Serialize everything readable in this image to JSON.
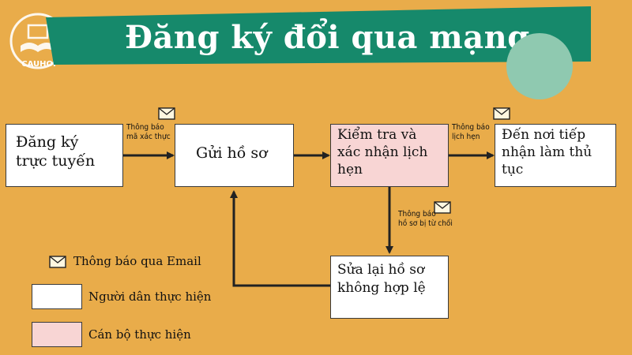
{
  "title": "Đăng ký đổi qua mạng",
  "logo": {
    "text": "CAUHOI"
  },
  "steps": {
    "register": [
      "Đăng ký",
      "trực tuyến"
    ],
    "submit": [
      "Gửi hồ sơ"
    ],
    "check": [
      "Kiểm tra và",
      "xác nhận lịch",
      "hẹn"
    ],
    "go": [
      "Đến nơi tiếp",
      "nhận làm thủ",
      "tục"
    ],
    "fix": [
      "Sửa lại hồ sơ",
      "không hợp lệ"
    ]
  },
  "notes": {
    "code": [
      "Thông báo",
      "mã xác thực"
    ],
    "schedule": [
      "Thông báo",
      "lịch hẹn"
    ],
    "rejected": [
      "Thông báo",
      "hồ sơ bị từ chối"
    ]
  },
  "legend": {
    "email": "Thông báo qua Email",
    "citizen": "Người dân thực hiện",
    "officer": "Cán bộ thực hiện"
  },
  "colors": {
    "background": "#e9ac4a",
    "banner": "#16896b",
    "citizen_box": "#ffffff",
    "officer_box": "#f8d5d4",
    "circle": "#8fc9b0"
  },
  "icons": [
    "envelope-icon",
    "book-logo-icon"
  ]
}
